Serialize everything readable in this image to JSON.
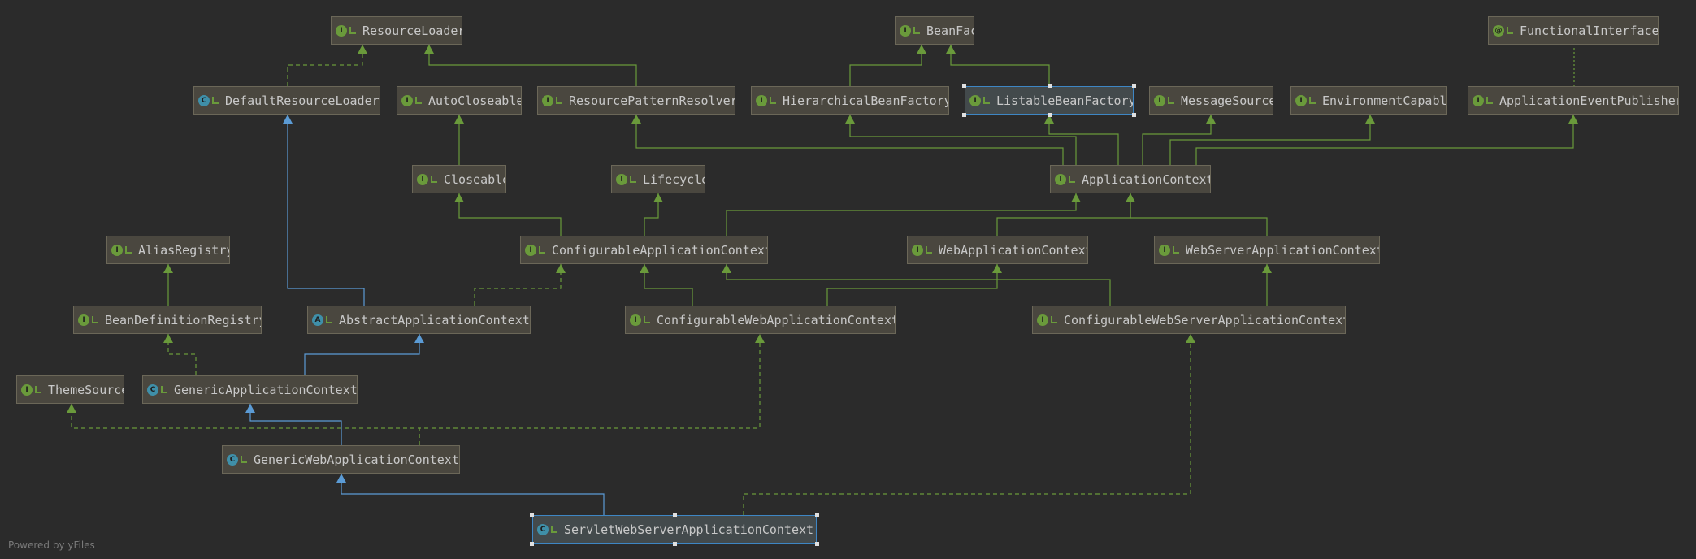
{
  "nodes": [
    {
      "id": "ResourceLoader",
      "label": "ResourceLoader",
      "kind": "interface"
    },
    {
      "id": "BeanFactory",
      "label": "BeanFactory",
      "kind": "interface"
    },
    {
      "id": "FunctionalInterface",
      "label": "FunctionalInterface",
      "kind": "annotation"
    },
    {
      "id": "DefaultResourceLoader",
      "label": "DefaultResourceLoader",
      "kind": "class"
    },
    {
      "id": "AutoCloseable",
      "label": "AutoCloseable",
      "kind": "interface"
    },
    {
      "id": "ResourcePatternResolver",
      "label": "ResourcePatternResolver",
      "kind": "interface"
    },
    {
      "id": "HierarchicalBeanFactory",
      "label": "HierarchicalBeanFactory",
      "kind": "interface"
    },
    {
      "id": "ListableBeanFactory",
      "label": "ListableBeanFactory",
      "kind": "interface",
      "selected": true
    },
    {
      "id": "MessageSource",
      "label": "MessageSource",
      "kind": "interface"
    },
    {
      "id": "EnvironmentCapable",
      "label": "EnvironmentCapable",
      "kind": "interface"
    },
    {
      "id": "ApplicationEventPublisher",
      "label": "ApplicationEventPublisher",
      "kind": "interface"
    },
    {
      "id": "Closeable",
      "label": "Closeable",
      "kind": "interface"
    },
    {
      "id": "Lifecycle",
      "label": "Lifecycle",
      "kind": "interface"
    },
    {
      "id": "ApplicationContext",
      "label": "ApplicationContext",
      "kind": "interface"
    },
    {
      "id": "AliasRegistry",
      "label": "AliasRegistry",
      "kind": "interface"
    },
    {
      "id": "ConfigurableApplicationContext",
      "label": "ConfigurableApplicationContext",
      "kind": "interface"
    },
    {
      "id": "WebApplicationContext",
      "label": "WebApplicationContext",
      "kind": "interface"
    },
    {
      "id": "WebServerApplicationContext",
      "label": "WebServerApplicationContext",
      "kind": "interface"
    },
    {
      "id": "BeanDefinitionRegistry",
      "label": "BeanDefinitionRegistry",
      "kind": "interface"
    },
    {
      "id": "AbstractApplicationContext",
      "label": "AbstractApplicationContext",
      "kind": "abstract"
    },
    {
      "id": "ConfigurableWebApplicationContext",
      "label": "ConfigurableWebApplicationContext",
      "kind": "interface"
    },
    {
      "id": "ConfigurableWebServerApplicationContext",
      "label": "ConfigurableWebServerApplicationContext",
      "kind": "interface"
    },
    {
      "id": "ThemeSource",
      "label": "ThemeSource",
      "kind": "interface"
    },
    {
      "id": "GenericApplicationContext",
      "label": "GenericApplicationContext",
      "kind": "class"
    },
    {
      "id": "GenericWebApplicationContext",
      "label": "GenericWebApplicationContext",
      "kind": "class"
    },
    {
      "id": "ServletWebServerApplicationContext",
      "label": "ServletWebServerApplicationContext",
      "kind": "class",
      "selected": true
    }
  ],
  "edges": [
    {
      "from": "DefaultResourceLoader",
      "to": "ResourceLoader",
      "type": "implements"
    },
    {
      "from": "ResourcePatternResolver",
      "to": "ResourceLoader",
      "type": "extends"
    },
    {
      "from": "HierarchicalBeanFactory",
      "to": "BeanFactory",
      "type": "extends"
    },
    {
      "from": "ListableBeanFactory",
      "to": "BeanFactory",
      "type": "extends"
    },
    {
      "from": "ApplicationEventPublisher",
      "to": "FunctionalInterface",
      "type": "annotated"
    },
    {
      "from": "Closeable",
      "to": "AutoCloseable",
      "type": "extends"
    },
    {
      "from": "ApplicationContext",
      "to": "ResourcePatternResolver",
      "type": "extends"
    },
    {
      "from": "ApplicationContext",
      "to": "HierarchicalBeanFactory",
      "type": "extends"
    },
    {
      "from": "ApplicationContext",
      "to": "ListableBeanFactory",
      "type": "extends"
    },
    {
      "from": "ApplicationContext",
      "to": "MessageSource",
      "type": "extends"
    },
    {
      "from": "ApplicationContext",
      "to": "EnvironmentCapable",
      "type": "extends"
    },
    {
      "from": "ApplicationContext",
      "to": "ApplicationEventPublisher",
      "type": "extends"
    },
    {
      "from": "ConfigurableApplicationContext",
      "to": "Closeable",
      "type": "extends"
    },
    {
      "from": "ConfigurableApplicationContext",
      "to": "Lifecycle",
      "type": "extends"
    },
    {
      "from": "ConfigurableApplicationContext",
      "to": "ApplicationContext",
      "type": "extends"
    },
    {
      "from": "WebApplicationContext",
      "to": "ApplicationContext",
      "type": "extends"
    },
    {
      "from": "WebServerApplicationContext",
      "to": "ApplicationContext",
      "type": "extends"
    },
    {
      "from": "BeanDefinitionRegistry",
      "to": "AliasRegistry",
      "type": "extends"
    },
    {
      "from": "AbstractApplicationContext",
      "to": "DefaultResourceLoader",
      "type": "class-extends"
    },
    {
      "from": "AbstractApplicationContext",
      "to": "ConfigurableApplicationContext",
      "type": "implements"
    },
    {
      "from": "ConfigurableWebApplicationContext",
      "to": "ConfigurableApplicationContext",
      "type": "extends"
    },
    {
      "from": "ConfigurableWebApplicationContext",
      "to": "WebApplicationContext",
      "type": "extends"
    },
    {
      "from": "ConfigurableWebServerApplicationContext",
      "to": "ConfigurableApplicationContext",
      "type": "extends"
    },
    {
      "from": "ConfigurableWebServerApplicationContext",
      "to": "WebServerApplicationContext",
      "type": "extends"
    },
    {
      "from": "GenericApplicationContext",
      "to": "BeanDefinitionRegistry",
      "type": "implements"
    },
    {
      "from": "GenericApplicationContext",
      "to": "AbstractApplicationContext",
      "type": "class-extends"
    },
    {
      "from": "GenericWebApplicationContext",
      "to": "ThemeSource",
      "type": "implements"
    },
    {
      "from": "GenericWebApplicationContext",
      "to": "GenericApplicationContext",
      "type": "class-extends"
    },
    {
      "from": "GenericWebApplicationContext",
      "to": "ConfigurableWebApplicationContext",
      "type": "implements"
    },
    {
      "from": "ServletWebServerApplicationContext",
      "to": "GenericWebApplicationContext",
      "type": "class-extends"
    },
    {
      "from": "ServletWebServerApplicationContext",
      "to": "ConfigurableWebServerApplicationContext",
      "type": "implements"
    }
  ],
  "colors": {
    "background": "#2b2b2b",
    "interface_edge": "#6a9a3b",
    "class_edge": "#5b9bd5",
    "node_fill": "#4a473f",
    "node_border": "#6b6758",
    "selection": "#3e86c4",
    "text": "#c8c8c8"
  },
  "badges": {
    "interface": "I",
    "class": "C",
    "abstract": "A",
    "annotation": "@"
  },
  "footer": "Powered by yFiles"
}
